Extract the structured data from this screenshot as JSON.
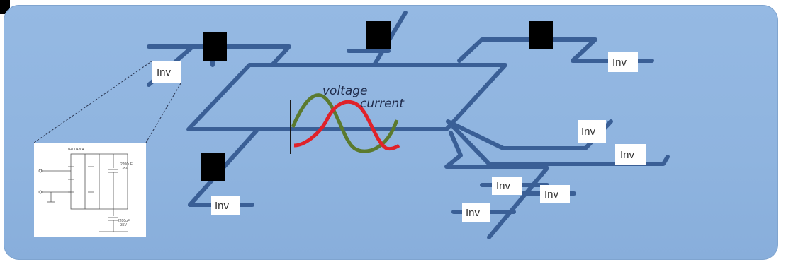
{
  "inverter_label": "Inv",
  "wave_labels": {
    "voltage": "voltage",
    "current": "current"
  },
  "schematic": {
    "title": "1N4004 x 4",
    "cap_top_line1": "2200uF",
    "cap_top_line2": "35V",
    "cap_bottom_line1": "2200uF",
    "cap_bottom_line2": "35V"
  },
  "colors": {
    "panel": "#8fb4df",
    "bus_line": "#3a5f96",
    "voltage_wave": "#5b7a2e",
    "current_wave": "#e0222a",
    "inverter_box": "#ffffff"
  },
  "icons": [
    "transformer-icon",
    "inverter-box"
  ]
}
